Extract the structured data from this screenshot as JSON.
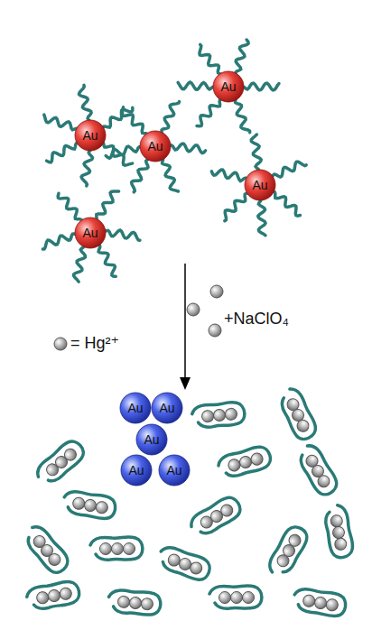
{
  "diagram": {
    "nodes": [
      {
        "text": [
          "Au"
        ]
      },
      {
        "text": [
          "Au"
        ]
      },
      {
        "text": [
          "Au"
        ]
      },
      {
        "text": [
          "Au"
        ]
      },
      {
        "text": [
          "Au"
        ]
      },
      {
        "text": [
          "Au"
        ]
      },
      {
        "text": [
          "Au"
        ]
      },
      {
        "text": [
          "Au"
        ]
      },
      {
        "text": [
          "Au"
        ]
      },
      {
        "text": [
          "Au"
        ]
      }
    ],
    "labels": [
      "= Hg²⁺",
      "+NaClO₄"
    ]
  }
}
